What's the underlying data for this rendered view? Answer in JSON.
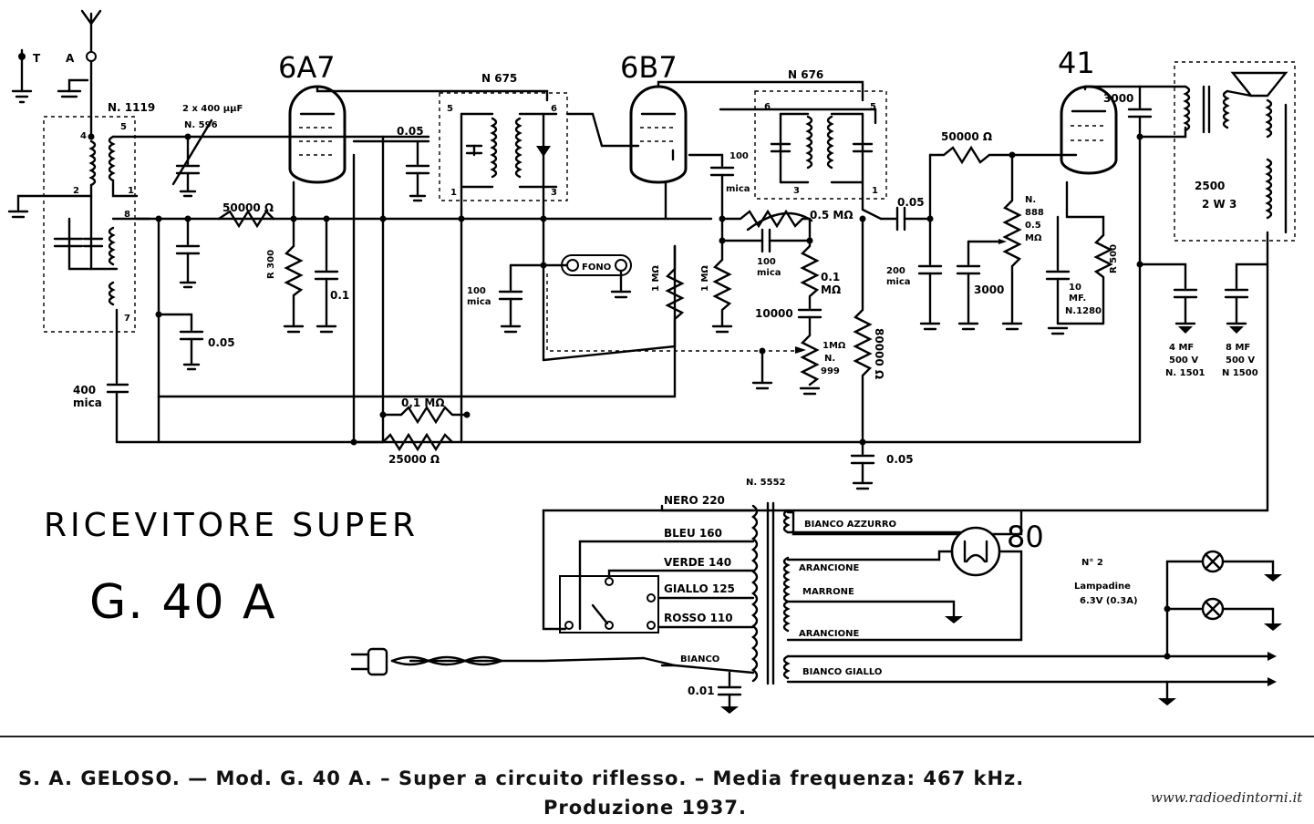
{
  "title": {
    "line1": "RICEVITORE SUPER",
    "line2": "G. 40 A"
  },
  "tubes": {
    "t1": "6A7",
    "t2": "6B7",
    "t3": "41",
    "rect": "80"
  },
  "components": {
    "antenna_t": "T",
    "antenna_a": "A",
    "coil_ant": "N. 1119",
    "trimmer": "2 x 400 µµF",
    "trimmer_n": "N. 596",
    "if1": "N 675",
    "if2": "N 676",
    "c005a": "0.05",
    "r50k": "50000 Ω",
    "r300": "R 300",
    "c01": "0.1",
    "c005b": "0.05",
    "c400mica": "400",
    "c400mica2": "mica",
    "c100mica_a": "100",
    "c100mica_a2": "mica",
    "fono": "FONO",
    "r1m_a": "1 MΩ",
    "r1m_b": "1 MΩ",
    "c100mica_b": "100",
    "c100mica_b2": "mica",
    "r05m": "0.5 MΩ",
    "c100mica_c": "100",
    "c100mica_c2": "mica",
    "r01m_b": "0.1",
    "r01m_b2": "MΩ",
    "c10000": "10000",
    "pot1m": "1MΩ",
    "pot_n": "N.",
    "pot_n2": "999",
    "r01m_a": "0,1 MΩ",
    "r25k": "25000 Ω",
    "r80k": "80000 Ω",
    "c005c": "0.05",
    "c005d": "0.05",
    "r50k_b": "50000 Ω",
    "c200mica": "200",
    "c200mica2": "mica",
    "c3000a": "3000",
    "pot_n888": "N.",
    "pot_n888b": "888",
    "pot_n888c": "0.5",
    "pot_n888d": "MΩ",
    "c10mf": "10",
    "c10mf2": "MF.",
    "c10mf3": "N.1280",
    "r500": "R 500",
    "c3000b": "3000",
    "out_tr": "2500",
    "out_tr2": "2 W 3",
    "c4mf": "4 MF",
    "c4mf2": "500 V",
    "c4mf3": "N. 1501",
    "c8mf": "8 MF",
    "c8mf2": "500 V",
    "c8mf3": "N 1500",
    "pwr_tr": "N. 5552",
    "nero": "NERO 220",
    "bleu": "BLEU  160",
    "verde": "VERDE 140",
    "giallo": "GIALLO 125",
    "rosso": "ROSSO 110",
    "bianco": "BIANCO",
    "c001": "0.01",
    "bianco_azz": "BIANCO AZZURRO",
    "arancione1": "ARANCIONE",
    "marrone": "MARRONE",
    "arancione2": "ARANCIONE",
    "bianco_giallo": "BIANCO GIALLO",
    "lamps": "N° 2",
    "lamps2": "Lampadine",
    "lamps3": "6.3V (0.3A)",
    "pin4": "4",
    "pin5": "5",
    "pin2": "2",
    "pin1": "1",
    "pin8": "8",
    "pin7": "7",
    "if1p5": "5",
    "if1p6": "6",
    "if1p1": "1",
    "if1p3": "3",
    "if2p6": "6",
    "if2p5": "5",
    "if2p3": "3",
    "if2p1": "1"
  },
  "caption": {
    "line1": "S. A. GELOSO. — Mod. G. 40 A. – Super a circuito riflesso. – Media frequenza: 467 kHz.",
    "line2": "Produzione 1937."
  },
  "watermark": "www.radioedintorni.it"
}
